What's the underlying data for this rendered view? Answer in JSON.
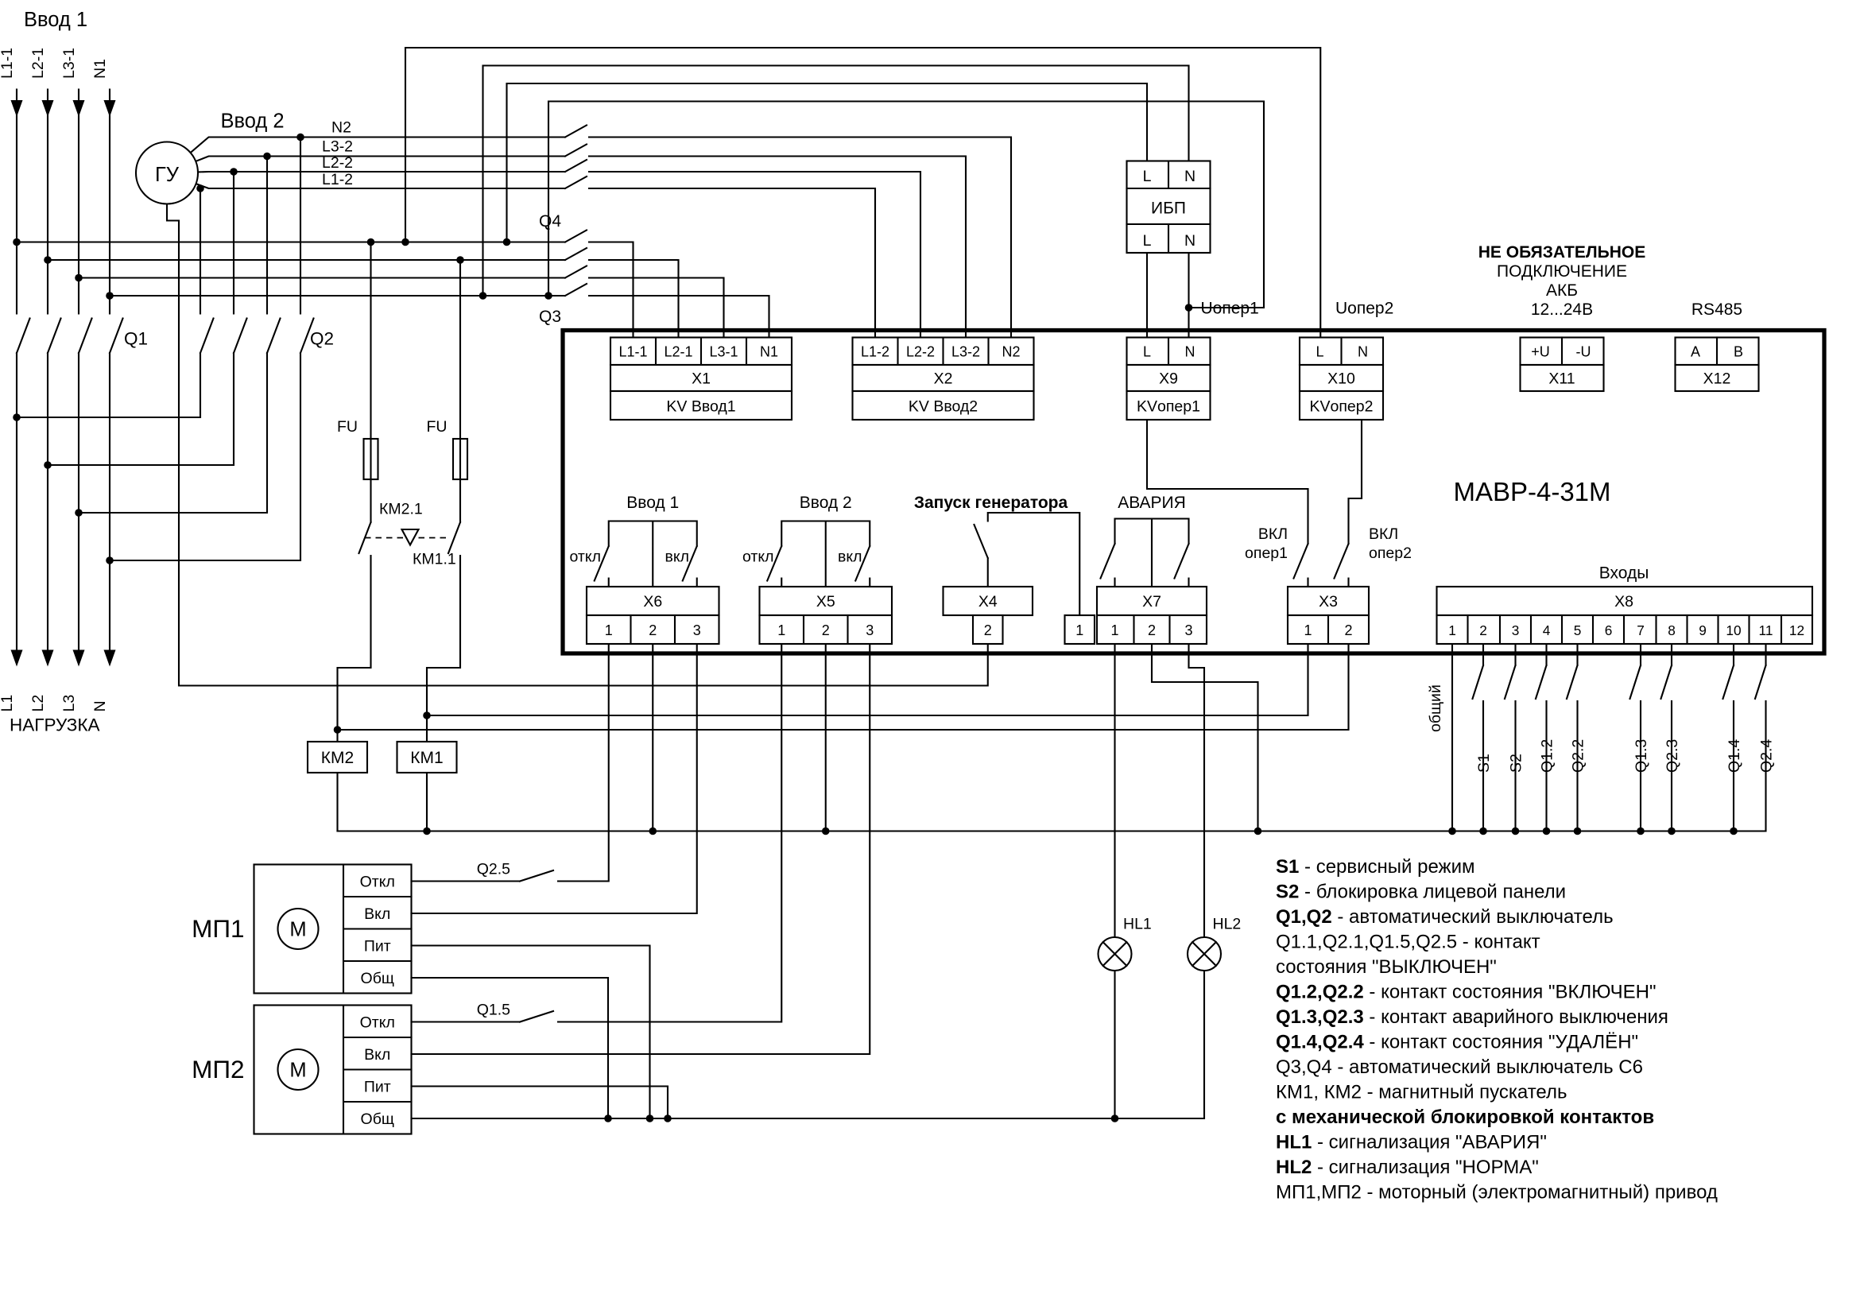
{
  "device": {
    "model": "МАВР-4-31М"
  },
  "feeds": {
    "vvod1_title": "Ввод 1",
    "vvod2_title": "Ввод 2",
    "generator": "ГУ",
    "in1": [
      "L1-1",
      "L2-1",
      "L3-1",
      "N1"
    ],
    "in2": [
      "N2",
      "L3-2",
      "L2-2",
      "L1-2"
    ],
    "load": [
      "L1",
      "L2",
      "L3",
      "N"
    ],
    "load_title": "НАГРУЗКА"
  },
  "breakers": {
    "q1": "Q1",
    "q2": "Q2",
    "q3": "Q3",
    "q4": "Q4",
    "q25": "Q2.5",
    "q15": "Q1.5"
  },
  "fuses": {
    "fu1": "FU",
    "fu2": "FU"
  },
  "interlock": {
    "km21": "КМ2.1",
    "km11": "КМ1.1"
  },
  "contactors": {
    "km2": "КМ2",
    "km1": "КМ1"
  },
  "ups": {
    "name": "ИБП",
    "top": [
      "L",
      "N"
    ],
    "bottom": [
      "L",
      "N"
    ]
  },
  "notes": {
    "uoper1": "Uопер1",
    "uoper2": "Uопер2",
    "akb": [
      "НЕ ОБЯЗАТЕЛЬНОЕ",
      "ПОДКЛЮЧЕНИЕ",
      "АКБ",
      "12...24В"
    ],
    "rs485": "RS485"
  },
  "terminals": {
    "x1": {
      "name": "X1",
      "caption": "KV Ввод1",
      "cells": [
        "L1-1",
        "L2-1",
        "L3-1",
        "N1"
      ]
    },
    "x2": {
      "name": "X2",
      "caption": "KV Ввод2",
      "cells": [
        "L1-2",
        "L2-2",
        "L3-2",
        "N2"
      ]
    },
    "x9": {
      "name": "X9",
      "caption": "KVопер1",
      "cells": [
        "L",
        "N"
      ]
    },
    "x10": {
      "name": "X10",
      "caption": "KVопер2",
      "cells": [
        "L",
        "N"
      ]
    },
    "x11": {
      "name": "X11",
      "cells": [
        "+U",
        "-U"
      ]
    },
    "x12": {
      "name": "X12",
      "cells": [
        "A",
        "B"
      ]
    },
    "x6": {
      "name": "X6",
      "cells": [
        "1",
        "2",
        "3"
      ]
    },
    "x5": {
      "name": "X5",
      "cells": [
        "1",
        "2",
        "3"
      ]
    },
    "x4": {
      "name": "X4",
      "cells": [
        "2"
      ],
      "extra": "1"
    },
    "x7": {
      "name": "X7",
      "cells": [
        "1",
        "2",
        "3"
      ]
    },
    "x3": {
      "name": "X3",
      "cells": [
        "1",
        "2"
      ]
    },
    "x8": {
      "name": "X8",
      "cells": [
        "1",
        "2",
        "3",
        "4",
        "5",
        "6",
        "7",
        "8",
        "9",
        "10",
        "11",
        "12"
      ]
    }
  },
  "controls": {
    "vvod1_title": "Ввод 1",
    "vvod2_title": "Ввод 2",
    "gen_title": "Запуск генератора",
    "alarm_title": "АВАРИЯ",
    "off": "откл",
    "on": "вкл",
    "oper1": [
      "ВКЛ",
      "опер1"
    ],
    "oper2": [
      "ВКЛ",
      "опер2"
    ],
    "inputs_title": "Входы",
    "common": "общий",
    "signals": [
      "S1",
      "S2",
      "Q1.2",
      "Q2.2",
      "Q1.3",
      "Q2.3",
      "Q1.4",
      "Q2.4"
    ]
  },
  "drives": {
    "mp1": "МП1",
    "mp2": "МП2",
    "motor": "М",
    "cells": [
      "Откл",
      "Вкл",
      "Пит",
      "Общ"
    ]
  },
  "lamps": {
    "hl1": "HL1",
    "hl2": "HL2"
  },
  "legend": [
    {
      "b": "S1",
      "t": " - сервисный режим"
    },
    {
      "b": "S2",
      "t": " - блокировка лицевой панели"
    },
    {
      "b": "Q1,Q2",
      "t": " - автоматический выключатель"
    },
    {
      "b": "",
      "t": "Q1.1,Q2.1,Q1.5,Q2.5 - контакт"
    },
    {
      "b": "",
      "t": "состояния \"ВЫКЛЮЧЕН\""
    },
    {
      "b": "Q1.2,Q2.2",
      "t": " - контакт состояния \"ВКЛЮЧЕН\""
    },
    {
      "b": "Q1.3,Q2.3",
      "t": " - контакт аварийного выключения"
    },
    {
      "b": "Q1.4,Q2.4",
      "t": " - контакт состояния \"УДАЛЁН\""
    },
    {
      "b": "",
      "t": "Q3,Q4 - автоматический выключатель С6"
    },
    {
      "b": "",
      "t": "КМ1, КМ2 - магнитный пускатель"
    },
    {
      "b": "с механической блокировкой контактов",
      "t": ""
    },
    {
      "b": "HL1",
      "t": " - сигнализация \"АВАРИЯ\""
    },
    {
      "b": "HL2",
      "t": " - сигнализация \"НОРМА\""
    },
    {
      "b": "",
      "t": "МП1,МП2 - моторный (электромагнитный) привод"
    }
  ]
}
